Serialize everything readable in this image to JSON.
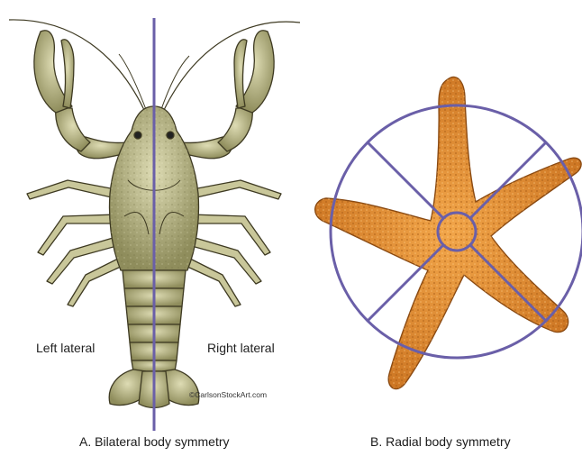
{
  "crayfish": {
    "left_label": "Left lateral",
    "right_label": "Right lateral",
    "credit": "©CarlsonStockArt.com",
    "caption": "A. Bilateral body symmetry",
    "body_color": "#b9b98a",
    "outline_color": "#3e3a22"
  },
  "starfish": {
    "caption": "B. Radial body symmetry",
    "body_color": "#dc8a2e",
    "outline_color": "#8a4a12"
  },
  "symmetry_line_color": "#6a5fa8"
}
